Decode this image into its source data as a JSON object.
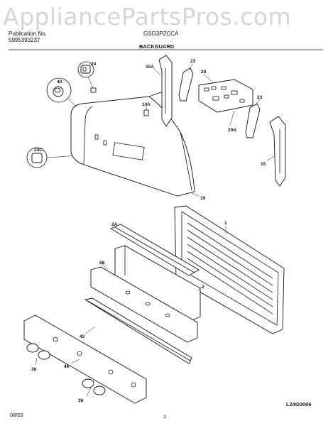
{
  "watermark": "AppliancePartsPros.com",
  "header": {
    "publication_label": "Publication No.",
    "publication_number": "5995393237",
    "model": "GSG3PZCCA",
    "section_title": "BACKGUARD"
  },
  "footer": {
    "date": "08/03",
    "page": "2",
    "diagram_code": "L24G0006"
  },
  "callouts": {
    "c40": "40",
    "c24": "24",
    "c24c": "24C",
    "c15a": "15A",
    "c23a": "23",
    "c20": "20",
    "c23b": "23",
    "c14a": "14A",
    "c20a": "20A",
    "c15": "15",
    "c19": "19",
    "c1": "1",
    "c2a": "2A",
    "c56": "56",
    "c2": "2",
    "c42": "42",
    "c36a": "36",
    "c46": "46",
    "c36b": "36"
  }
}
